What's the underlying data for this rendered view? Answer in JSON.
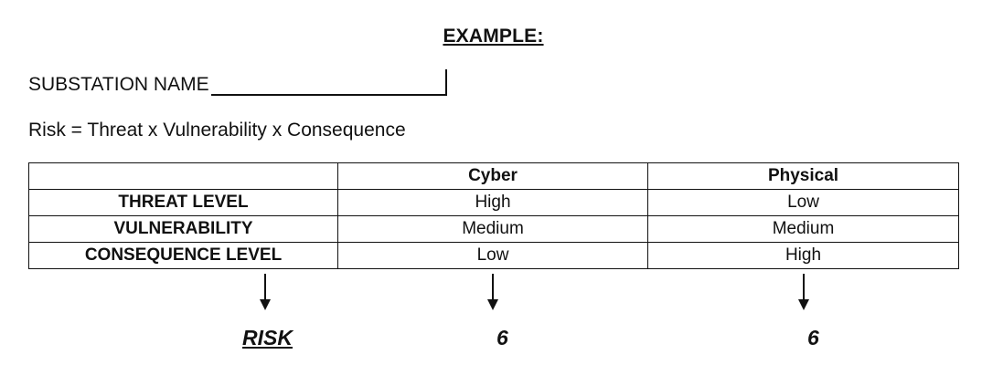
{
  "title": "EXAMPLE:",
  "substation_label": "SUBSTATION NAME",
  "formula": "Risk = Threat x Vulnerability x Consequence",
  "table": {
    "columns": [
      "",
      "Cyber",
      "Physical"
    ],
    "rows": [
      {
        "label": "THREAT LEVEL",
        "cyber": "High",
        "physical": "Low"
      },
      {
        "label": "VULNERABILITY",
        "cyber": "Medium",
        "physical": "Medium"
      },
      {
        "label": "CONSEQUENCE LEVEL",
        "cyber": "Low",
        "physical": "High"
      }
    ]
  },
  "result": {
    "label": "RISK",
    "cyber": "6",
    "physical": "6"
  }
}
